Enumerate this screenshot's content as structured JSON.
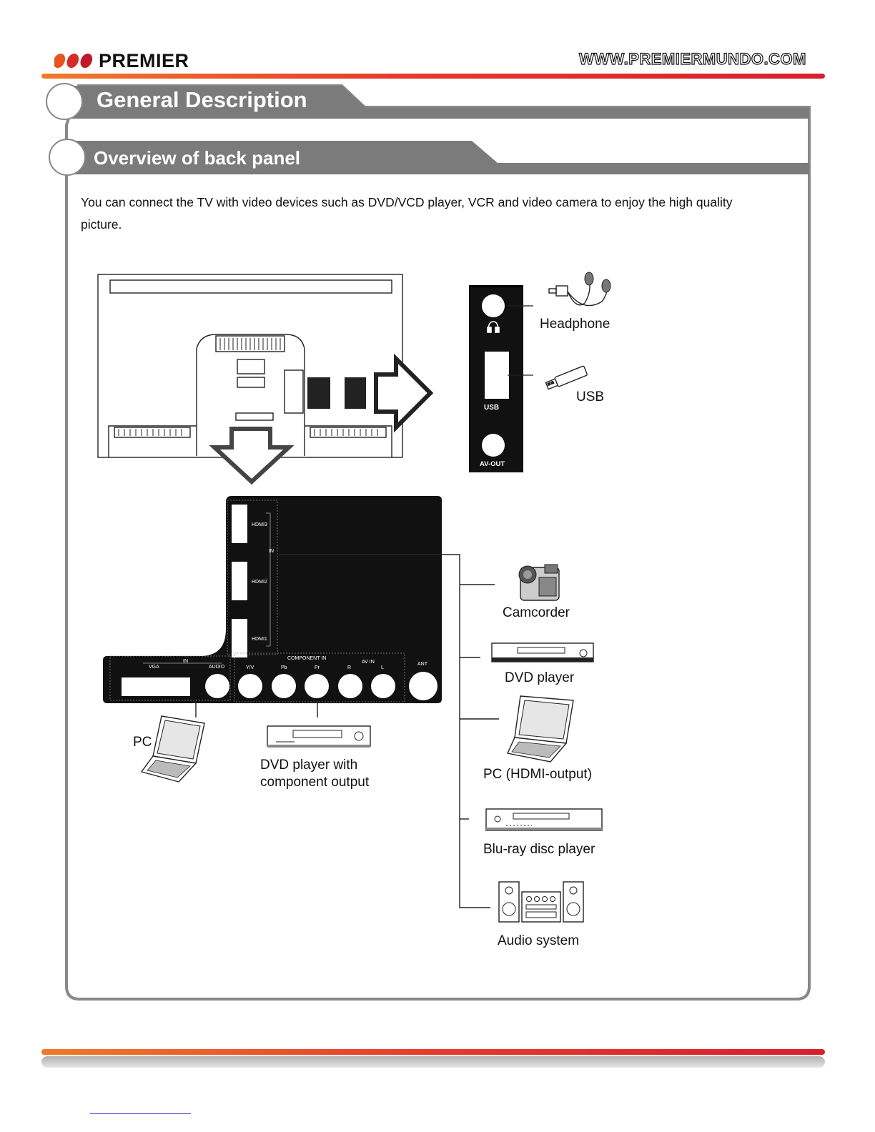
{
  "header": {
    "brand": "PREMIER",
    "website": "WWW.PREMIERMUNDO.COM"
  },
  "section": {
    "title": "General Description",
    "subtitle": "Overview of back panel"
  },
  "intro_text": "You can connect the TV with video devices such as DVD/VCD player, VCR and video camera to enjoy the high quality picture.",
  "side_panel": {
    "usb_port_label": "USB",
    "avout_port_label": "AV-OUT"
  },
  "devices": {
    "headphone": "Headphone",
    "usb": "USB",
    "pc": "PC",
    "dvd_component_line1": "DVD player  with",
    "dvd_component_line2": "component output",
    "camcorder": "Camcorder",
    "dvd_player": "DVD player",
    "pc_hdmi": "PC (HDMI-output)",
    "bluray": "Blu-ray disc player",
    "audio_system": "Audio system"
  },
  "bottom_panel": {
    "hdmi3": "HDMI3",
    "hdmi2": "HDMI2",
    "hdmi1": "HDMI1",
    "hdmi_in": "IN",
    "pc_in": "IN",
    "vga": "VGA",
    "audio": "AUDIO",
    "component_in": "COMPONENT IN",
    "av_in": "AV IN",
    "y_v": "Y/V",
    "pb": "Pb",
    "pr": "Pr",
    "r": "R",
    "l": "L",
    "ant": "ANT"
  }
}
